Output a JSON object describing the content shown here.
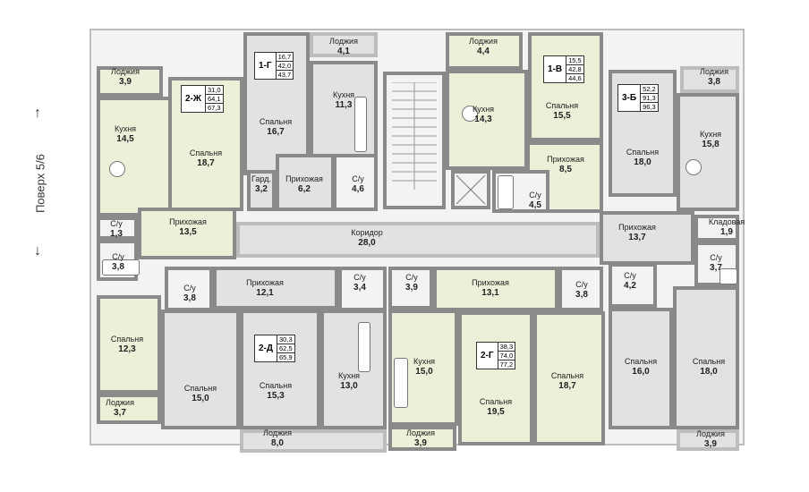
{
  "floor_label": "Поверх 5/6",
  "corridor": {
    "name": "Коридор",
    "area": "28,0"
  },
  "apartments": [
    {
      "id": "2zh",
      "code": "2-Ж",
      "areas": [
        "31,0",
        "64,1",
        "67,3"
      ]
    },
    {
      "id": "1g",
      "code": "1-Г",
      "areas": [
        "16,7",
        "42,0",
        "43,7"
      ]
    },
    {
      "id": "1v",
      "code": "1-В",
      "areas": [
        "15,5",
        "42,8",
        "44,6"
      ]
    },
    {
      "id": "3b",
      "code": "3-Б",
      "areas": [
        "52,2",
        "91,3",
        "96,3"
      ]
    },
    {
      "id": "2d",
      "code": "2-Д",
      "areas": [
        "30,3",
        "62,5",
        "65,9"
      ]
    },
    {
      "id": "2g",
      "code": "2-Г",
      "areas": [
        "38,3",
        "74,0",
        "77,2"
      ]
    }
  ],
  "rooms": [
    {
      "name": "Лоджия",
      "area": "3,9"
    },
    {
      "name": "Кухня",
      "area": "14,5"
    },
    {
      "name": "Спальня",
      "area": "18,7"
    },
    {
      "name": "С/у",
      "area": "1,3"
    },
    {
      "name": "С/у",
      "area": "3,8"
    },
    {
      "name": "Прихожая",
      "area": "13,5"
    },
    {
      "name": "Спальня",
      "area": "16,7"
    },
    {
      "name": "Лоджия",
      "area": "4,1"
    },
    {
      "name": "Кухня",
      "area": "11,3"
    },
    {
      "name": "Гард.",
      "area": "3,2"
    },
    {
      "name": "Прихожая",
      "area": "6,2"
    },
    {
      "name": "С/у",
      "area": "4,6"
    },
    {
      "name": "Лоджия",
      "area": "4,4"
    },
    {
      "name": "Кухня",
      "area": "14,3"
    },
    {
      "name": "Спальня",
      "area": "15,5"
    },
    {
      "name": "Прихожая",
      "area": "8,5"
    },
    {
      "name": "С/у",
      "area": "4,5"
    },
    {
      "name": "Лоджия",
      "area": "3,8"
    },
    {
      "name": "Спальня",
      "area": "18,0"
    },
    {
      "name": "Кухня",
      "area": "15,8"
    },
    {
      "name": "Прихожая",
      "area": "13,7"
    },
    {
      "name": "Кладовая",
      "area": "1,9"
    },
    {
      "name": "С/у",
      "area": "3,7"
    },
    {
      "name": "С/у",
      "area": "3,8"
    },
    {
      "name": "Прихожая",
      "area": "12,1"
    },
    {
      "name": "С/у",
      "area": "3,4"
    },
    {
      "name": "С/у",
      "area": "3,9"
    },
    {
      "name": "Прихожая",
      "area": "13,1"
    },
    {
      "name": "С/у",
      "area": "3,8"
    },
    {
      "name": "С/у",
      "area": "4,2"
    },
    {
      "name": "Спальня",
      "area": "12,3"
    },
    {
      "name": "Лоджия",
      "area": "3,7"
    },
    {
      "name": "Спальня",
      "area": "15,0"
    },
    {
      "name": "Спальня",
      "area": "15,3"
    },
    {
      "name": "Кухня",
      "area": "13,0"
    },
    {
      "name": "Лоджия",
      "area": "8,0"
    },
    {
      "name": "Кухня",
      "area": "15,0"
    },
    {
      "name": "Лоджия",
      "area": "3,9"
    },
    {
      "name": "Спальня",
      "area": "19,5"
    },
    {
      "name": "Спальня",
      "area": "18,7"
    },
    {
      "name": "Спальня",
      "area": "16,0"
    },
    {
      "name": "Спальня",
      "area": "18,0"
    },
    {
      "name": "Лоджия",
      "area": "3,9"
    }
  ]
}
